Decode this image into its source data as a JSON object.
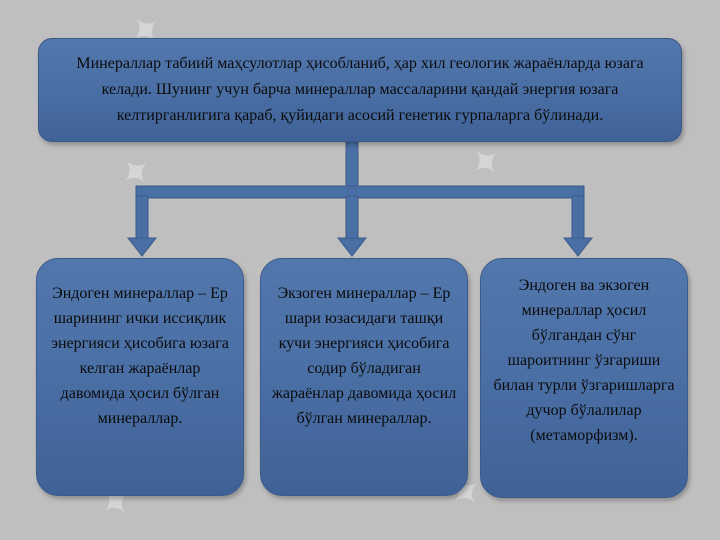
{
  "slide": {
    "intro_text": "Минераллар табиий маҳсулотлар ҳисобланиб, ҳар хил геологик жараёнларда юзага келади. Шунинг учун барча минераллар массаларини қандай энергия юзага келтирганлигига қараб, қуйидаги асосий генетик гурпаларга бўлинади.",
    "cards": [
      {
        "text": "Эндоген минераллар – Ер шарининг ички иссиқлик энергияси ҳисобига юзага келган жараёнлар давомида ҳосил бўлган минераллар."
      },
      {
        "text": "Экзоген минераллар – Ер шари юзасидаги ташқи кучи энергияси ҳисобига содир бўладиган жараёнлар давомида ҳосил бўлган минераллар."
      },
      {
        "text": "Эндоген ва экзоген минераллар ҳосил бўлгандан сўнг шароитнинг ўзгариши билан турли ўзгаришларга дучор бўлалилар (метаморфизм)."
      }
    ]
  },
  "colors": {
    "background": "#bfbfbf",
    "box_fill": "#4a6fa5",
    "connector": "#4a6fa5"
  }
}
